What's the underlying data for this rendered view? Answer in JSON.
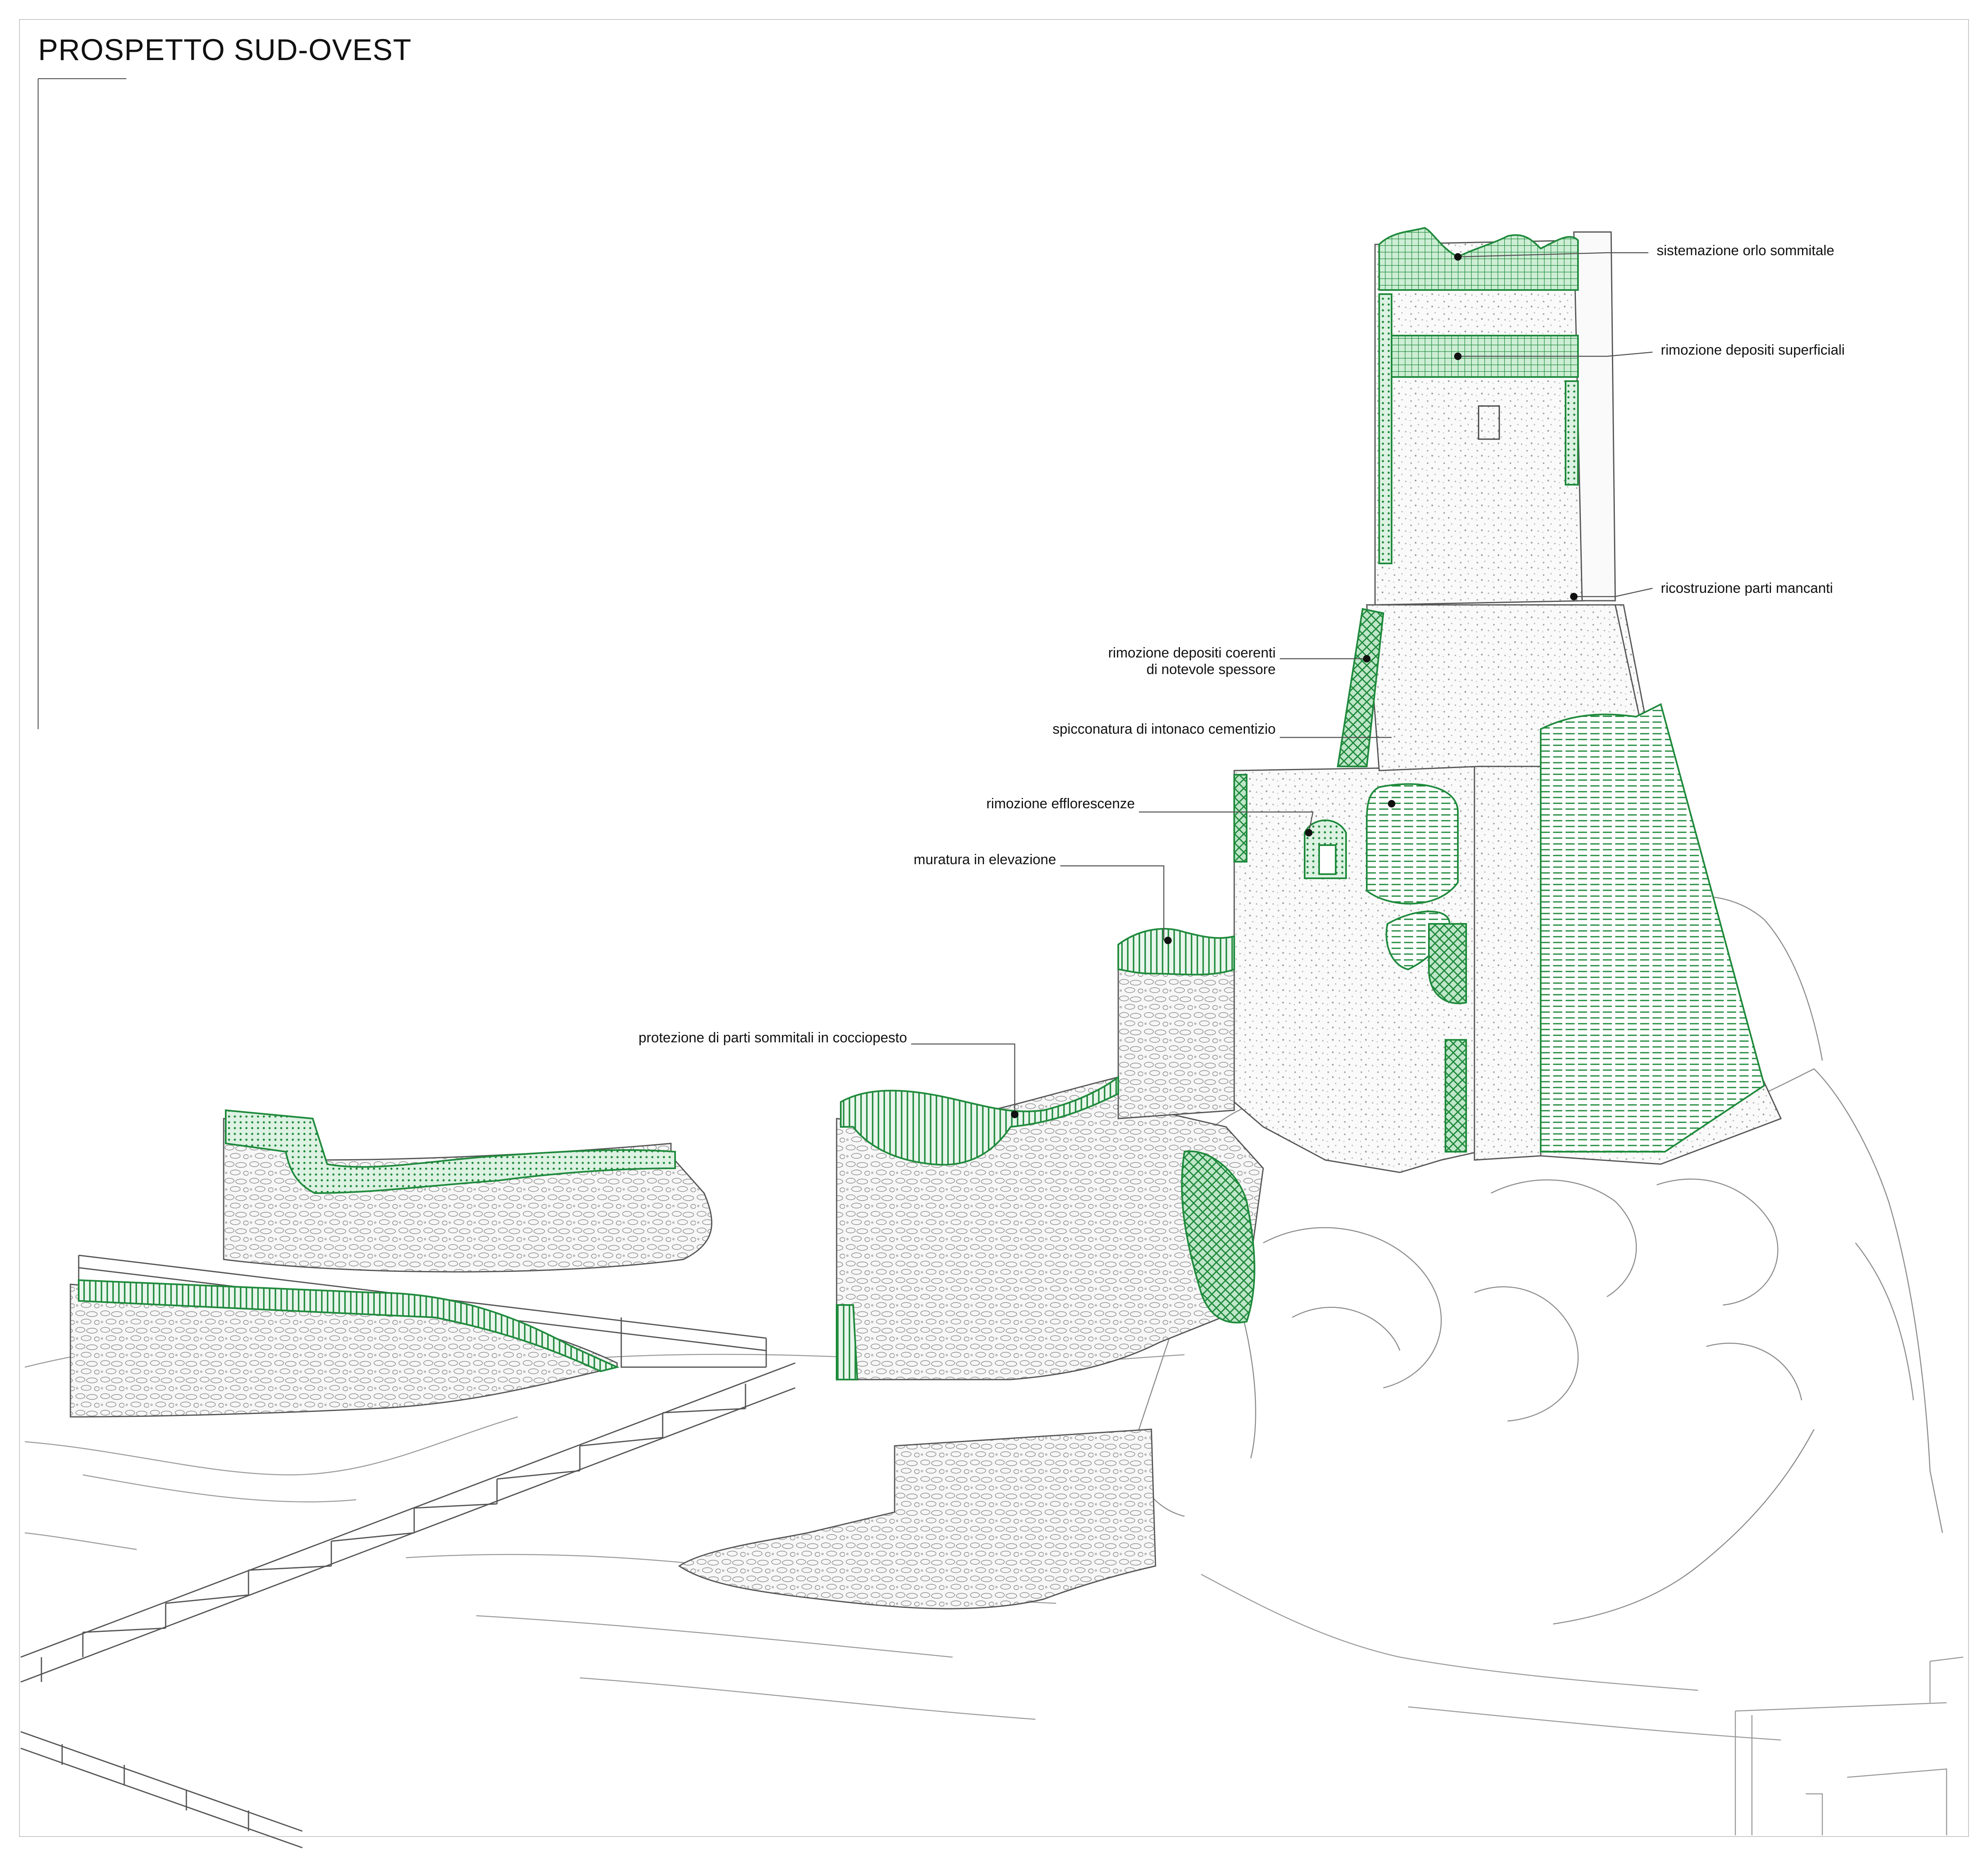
{
  "title": "PROSPETTO SUD-OVEST",
  "colors": {
    "hatch": "#1f8a3c",
    "hatch_fill": "#43b36a",
    "masonry": "#9a9a9a",
    "line": "#333333"
  },
  "legend_labels": {
    "orlo": "sistemazione orlo sommitale",
    "depositi_superficiali": "rimozione depositi superficiali",
    "parti_mancanti": "ricostruzione parti mancanti",
    "depositi_coerenti_1": "rimozione depositi coerenti",
    "depositi_coerenti_2": "di notevole spessore",
    "intonaco": "spicconatura di intonaco cementizio",
    "efflorescenze": "rimozione efflorescenze",
    "muratura": "muratura in elevazione",
    "cocciopesto": "protezione di parti sommitali in cocciopesto"
  }
}
